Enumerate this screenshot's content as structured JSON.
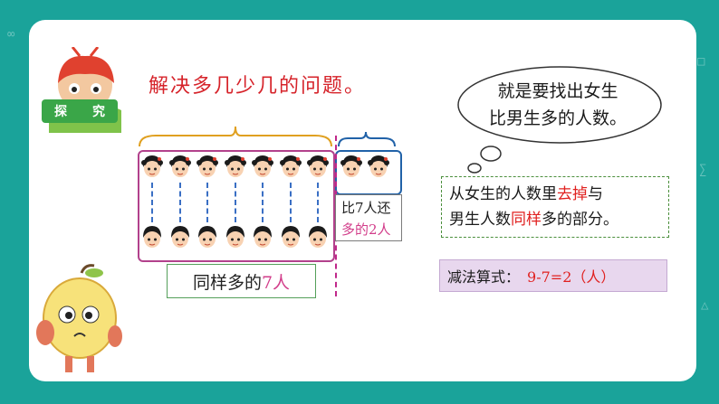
{
  "title": "解决多几少几的问题。",
  "mascot": {
    "label_chars": [
      "探",
      "究"
    ]
  },
  "bubble": {
    "line1": "就是要找出女生",
    "line2": "比男生多的人数。"
  },
  "extra_label": {
    "line1": "比7人还",
    "line2": "多的2人"
  },
  "same_label": {
    "prefix": "同样多的",
    "highlight": "7人"
  },
  "explain": {
    "l1_a": "从女生的人数里",
    "l1_red": "去掉",
    "l1_b": "与",
    "l2_a": "男生人数",
    "l2_red": "同样",
    "l2_b": "多的部分。"
  },
  "formula": {
    "label": "减法算式：",
    "expression": "9-7=2（人）"
  },
  "colors": {
    "background": "#1aa39a",
    "title": "#d6232a",
    "highlight_red": "#e0201f",
    "highlight_pink": "#d23d8a",
    "group_box": "#b2418c",
    "extra_box": "#2162a8"
  },
  "counts": {
    "girls": 9,
    "boys": 7,
    "same": 7,
    "extra": 2
  }
}
